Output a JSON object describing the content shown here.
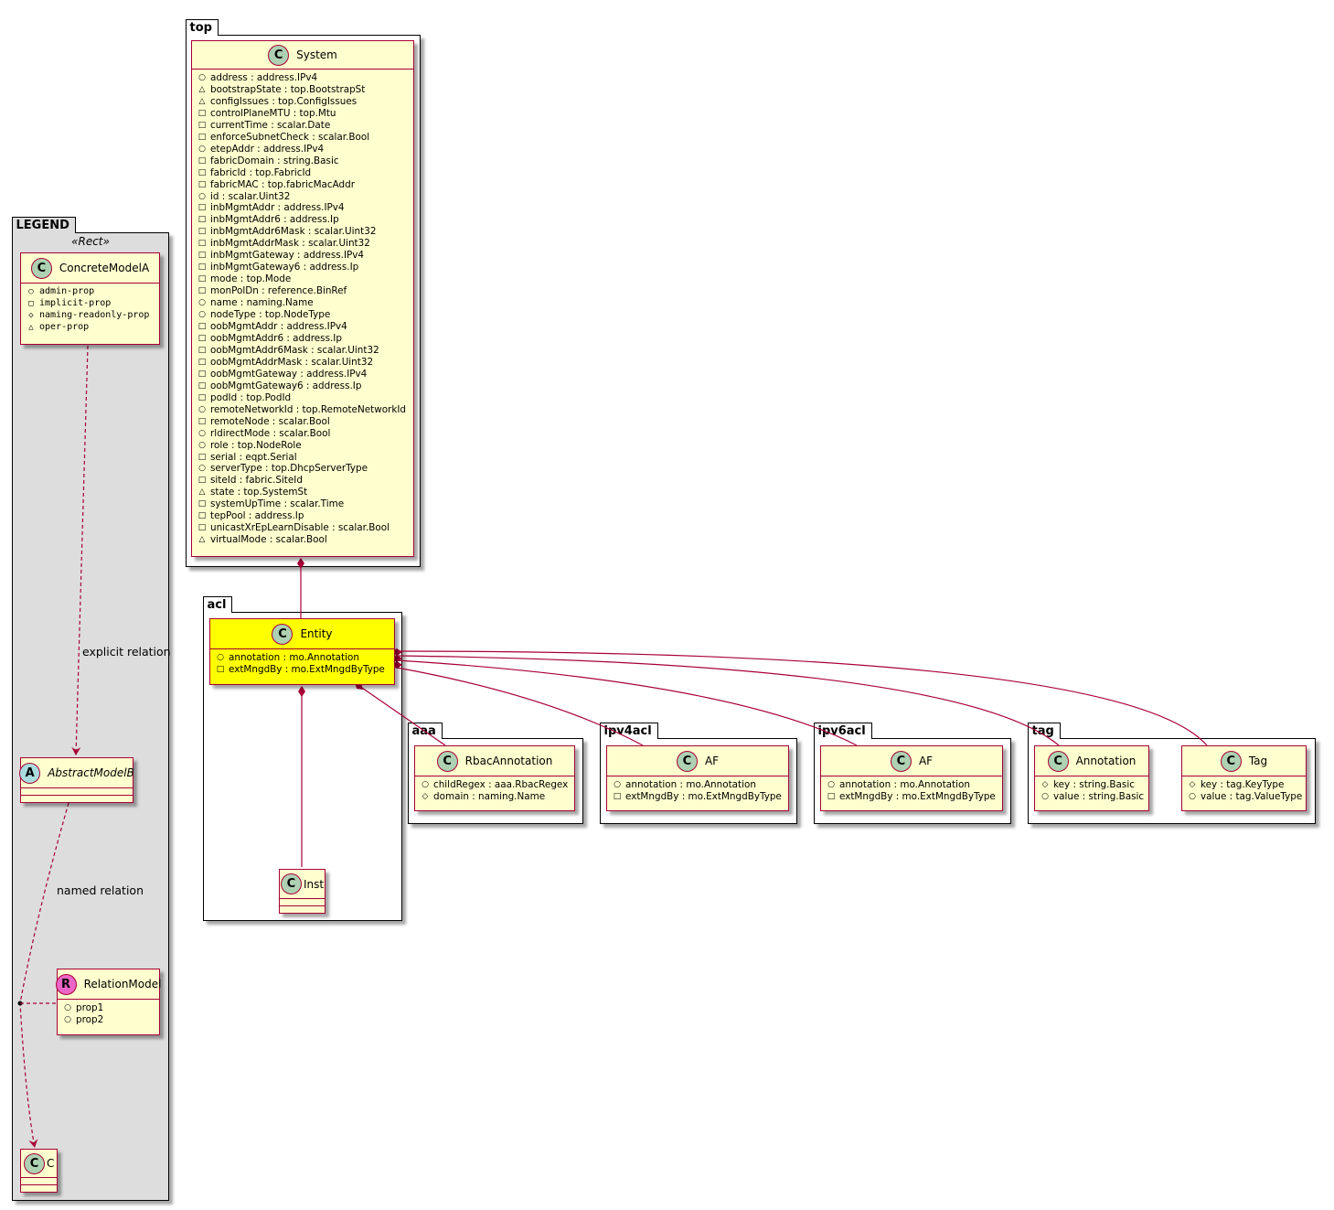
{
  "packages": {
    "top": "top",
    "legend": "LEGEND",
    "legend_stereotype": "«Rect»",
    "acl": "acl",
    "aaa": "aaa",
    "ipv4acl": "ipv4acl",
    "ipv6acl": "ipv6acl",
    "tag": "tag"
  },
  "classes": {
    "system": {
      "name": "System",
      "icon": "C",
      "attributes": [
        {
          "vis": "+",
          "text": "address : address.IPv4"
        },
        {
          "vis": "~",
          "text": "bootstrapState : top.BootstrapSt"
        },
        {
          "vis": "~",
          "text": "configIssues : top.ConfigIssues"
        },
        {
          "vis": "-",
          "text": "controlPlaneMTU : top.Mtu"
        },
        {
          "vis": "-",
          "text": "currentTime : scalar.Date"
        },
        {
          "vis": "-",
          "text": "enforceSubnetCheck : scalar.Bool"
        },
        {
          "vis": "+",
          "text": "etepAddr : address.IPv4"
        },
        {
          "vis": "-",
          "text": "fabricDomain : string.Basic"
        },
        {
          "vis": "-",
          "text": "fabricId : top.FabricId"
        },
        {
          "vis": "-",
          "text": "fabricMAC : top.fabricMacAddr"
        },
        {
          "vis": "+",
          "text": "id : scalar.Uint32"
        },
        {
          "vis": "-",
          "text": "inbMgmtAddr : address.IPv4"
        },
        {
          "vis": "-",
          "text": "inbMgmtAddr6 : address.Ip"
        },
        {
          "vis": "-",
          "text": "inbMgmtAddr6Mask : scalar.Uint32"
        },
        {
          "vis": "-",
          "text": "inbMgmtAddrMask : scalar.Uint32"
        },
        {
          "vis": "-",
          "text": "inbMgmtGateway : address.IPv4"
        },
        {
          "vis": "-",
          "text": "inbMgmtGateway6 : address.Ip"
        },
        {
          "vis": "-",
          "text": "mode : top.Mode"
        },
        {
          "vis": "-",
          "text": "monPolDn : reference.BinRef"
        },
        {
          "vis": "+",
          "text": "name : naming.Name"
        },
        {
          "vis": "+",
          "text": "nodeType : top.NodeType"
        },
        {
          "vis": "-",
          "text": "oobMgmtAddr : address.IPv4"
        },
        {
          "vis": "-",
          "text": "oobMgmtAddr6 : address.Ip"
        },
        {
          "vis": "-",
          "text": "oobMgmtAddr6Mask : scalar.Uint32"
        },
        {
          "vis": "-",
          "text": "oobMgmtAddrMask : scalar.Uint32"
        },
        {
          "vis": "-",
          "text": "oobMgmtGateway : address.IPv4"
        },
        {
          "vis": "-",
          "text": "oobMgmtGateway6 : address.Ip"
        },
        {
          "vis": "-",
          "text": "podId : top.PodId"
        },
        {
          "vis": "+",
          "text": "remoteNetworkId : top.RemoteNetworkId"
        },
        {
          "vis": "-",
          "text": "remoteNode : scalar.Bool"
        },
        {
          "vis": "+",
          "text": "rldirectMode : scalar.Bool"
        },
        {
          "vis": "+",
          "text": "role : top.NodeRole"
        },
        {
          "vis": "-",
          "text": "serial : eqpt.Serial"
        },
        {
          "vis": "+",
          "text": "serverType : top.DhcpServerType"
        },
        {
          "vis": "-",
          "text": "siteId : fabric.SiteId"
        },
        {
          "vis": "~",
          "text": "state : top.SystemSt"
        },
        {
          "vis": "-",
          "text": "systemUpTime : scalar.Time"
        },
        {
          "vis": "-",
          "text": "tepPool : address.Ip"
        },
        {
          "vis": "-",
          "text": "unicastXrEpLearnDisable : scalar.Bool"
        },
        {
          "vis": "~",
          "text": "virtualMode : scalar.Bool"
        }
      ]
    },
    "concrete_model_a": {
      "name": "ConcreteModelA",
      "icon": "C",
      "attributes": [
        {
          "vis": "+",
          "text": "admin-prop"
        },
        {
          "vis": "-",
          "text": "implicit-prop"
        },
        {
          "vis": "#",
          "text": "naming-readonly-prop"
        },
        {
          "vis": "~",
          "text": "oper-prop"
        }
      ]
    },
    "abstract_model_b": {
      "name": "AbstractModelB",
      "icon": "A",
      "attributes": []
    },
    "relation_model": {
      "name": "RelationModel",
      "icon": "R",
      "attributes": [
        {
          "vis": "+",
          "text": "prop1"
        },
        {
          "vis": "+",
          "text": "prop2"
        }
      ]
    },
    "c": {
      "name": "C",
      "icon": "C",
      "attributes": []
    },
    "entity": {
      "name": "Entity",
      "icon": "C",
      "attributes": [
        {
          "vis": "+",
          "text": "annotation : mo.Annotation"
        },
        {
          "vis": "-",
          "text": "extMngdBy : mo.ExtMngdByType"
        }
      ]
    },
    "inst": {
      "name": "Inst",
      "icon": "C",
      "attributes": []
    },
    "rbac_annotation": {
      "name": "RbacAnnotation",
      "icon": "C",
      "attributes": [
        {
          "vis": "+",
          "text": "childRegex : aaa.RbacRegex"
        },
        {
          "vis": "#",
          "text": "domain : naming.Name"
        }
      ]
    },
    "ipv4_af": {
      "name": "AF",
      "icon": "C",
      "attributes": [
        {
          "vis": "+",
          "text": "annotation : mo.Annotation"
        },
        {
          "vis": "-",
          "text": "extMngdBy : mo.ExtMngdByType"
        }
      ]
    },
    "ipv6_af": {
      "name": "AF",
      "icon": "C",
      "attributes": [
        {
          "vis": "+",
          "text": "annotation : mo.Annotation"
        },
        {
          "vis": "-",
          "text": "extMngdBy : mo.ExtMngdByType"
        }
      ]
    },
    "tag_annotation": {
      "name": "Annotation",
      "icon": "C",
      "attributes": [
        {
          "vis": "#",
          "text": "key : string.Basic"
        },
        {
          "vis": "+",
          "text": "value : string.Basic"
        }
      ]
    },
    "tag_tag": {
      "name": "Tag",
      "icon": "C",
      "attributes": [
        {
          "vis": "#",
          "text": "key : tag.KeyType"
        },
        {
          "vis": "+",
          "text": "value : tag.ValueType"
        }
      ]
    }
  },
  "relations": {
    "explicit_label": "explicit relation",
    "named_label": "named relation"
  },
  "colors": {
    "class_fill": "#FEFECE",
    "class_border": "#A80036",
    "highlight_fill": "#ffff00",
    "legend_fill": "#dddddd",
    "circle_class": "#ADD1B2",
    "circle_abstract": "#A9DCDF",
    "circle_relation": "#EB66C6"
  }
}
